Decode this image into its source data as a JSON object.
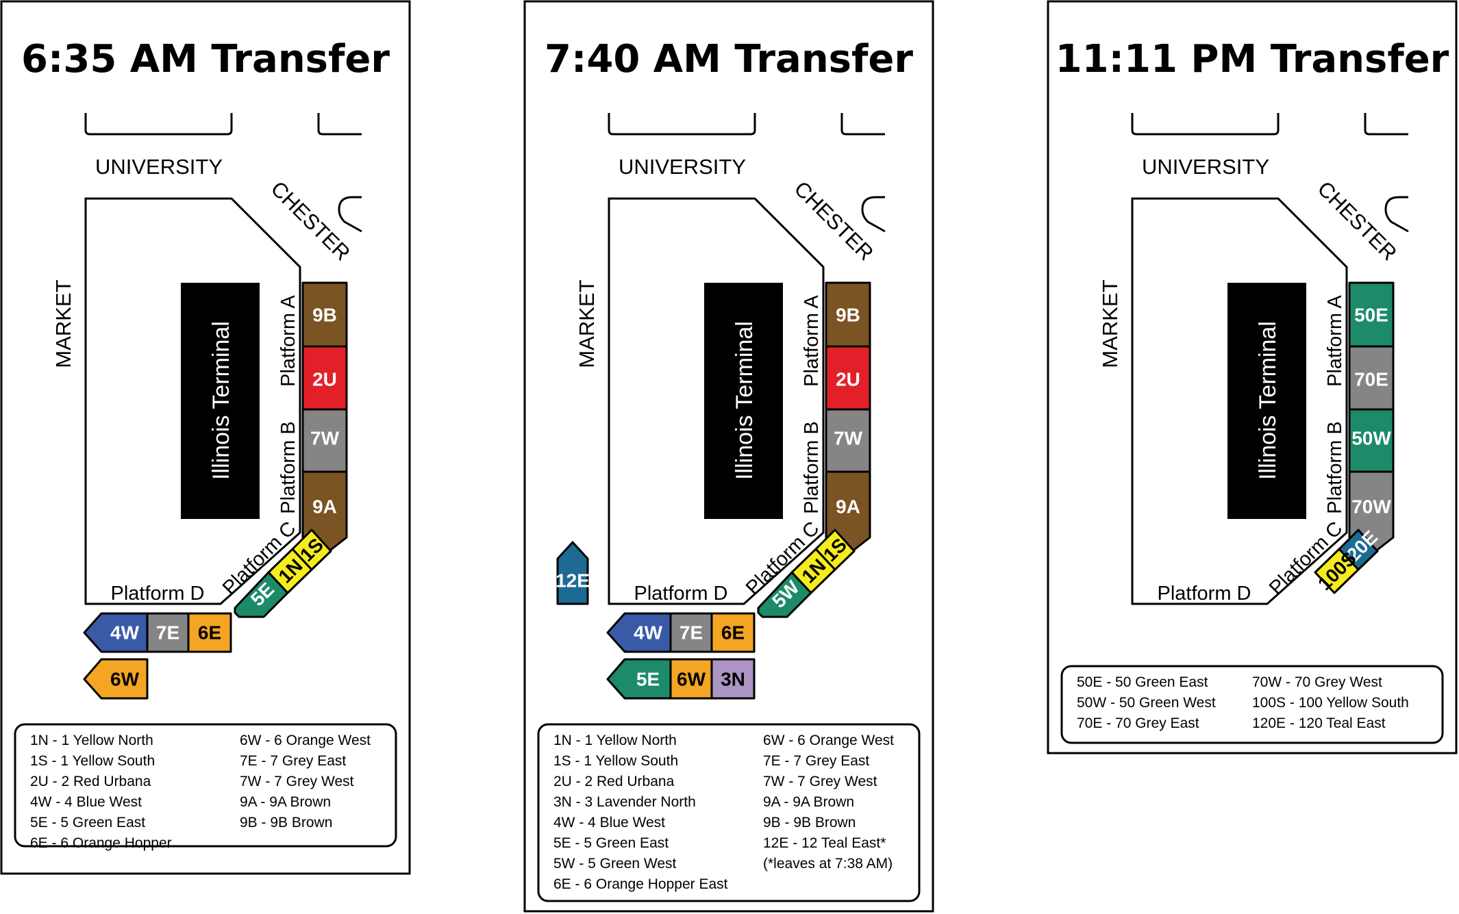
{
  "colors": {
    "brown": "#7b5424",
    "red": "#e3202a",
    "grey": "#858585",
    "blue": "#3a5aa8",
    "orange": "#f4a524",
    "yellow": "#f5ec1e",
    "green": "#1d8a6a",
    "lavender": "#ac94c5",
    "teal": "#1d6b92"
  },
  "common": {
    "street_university": "UNIVERSITY",
    "street_chester": "CHESTER",
    "street_market": "MARKET",
    "terminal": "Illinois Terminal",
    "platform_a": "Platform A",
    "platform_b": "Platform B",
    "platform_c": "Platform C",
    "platform_d": "Platform D"
  },
  "panels": [
    {
      "title": "6:35 AM Transfer",
      "bays": {
        "a1": {
          "label": "9B",
          "color": "brown"
        },
        "a2": {
          "label": "2U",
          "color": "red"
        },
        "b1": {
          "label": "7W",
          "color": "grey"
        },
        "b2": {
          "label": "9A",
          "color": "brown"
        },
        "c1": {
          "label": "1S",
          "color": "yellow"
        },
        "c2": {
          "label": "1N",
          "color": "yellow"
        },
        "c3": {
          "label": "5E",
          "color": "green"
        },
        "d1": {
          "label": "6E",
          "color": "orange"
        },
        "d2": {
          "label": "7E",
          "color": "grey"
        },
        "d3": {
          "label": "4W",
          "color": "blue"
        },
        "d4": {
          "label": "6W",
          "color": "orange"
        }
      },
      "legend": [
        [
          "1N - 1 Yellow North",
          "6W  - 6 Orange West"
        ],
        [
          "1S -  1 Yellow South",
          "7E -   7 Grey East"
        ],
        [
          "2U  -  2 Red Urbana",
          "7W  -  7 Grey West"
        ],
        [
          "4W  -  4 Blue West",
          "9A  -  9A Brown"
        ],
        [
          "5E  -  5 Green East",
          "9B  -  9B Brown"
        ],
        [
          "6E  -  6 Orange Hopper",
          ""
        ]
      ]
    },
    {
      "title": "7:40 AM Transfer",
      "bays": {
        "a1": {
          "label": "9B",
          "color": "brown"
        },
        "a2": {
          "label": "2U",
          "color": "red"
        },
        "b1": {
          "label": "7W",
          "color": "grey"
        },
        "b2": {
          "label": "9A",
          "color": "brown"
        },
        "c1": {
          "label": "1S",
          "color": "yellow"
        },
        "c2": {
          "label": "1N",
          "color": "yellow"
        },
        "c3": {
          "label": "5W",
          "color": "green"
        },
        "d1": {
          "label": "6E",
          "color": "orange"
        },
        "d2": {
          "label": "7E",
          "color": "grey"
        },
        "d3": {
          "label": "4W",
          "color": "blue"
        },
        "d5": {
          "label": "3N",
          "color": "lavender"
        },
        "d6": {
          "label": "6W",
          "color": "orange"
        },
        "d7": {
          "label": "5E",
          "color": "green"
        },
        "x1": {
          "label": "12E",
          "color": "teal"
        }
      },
      "legend": [
        [
          "1N - 1 Yellow North",
          "6W  -  6 Orange West"
        ],
        [
          "1S  -  1 Yellow South",
          "7E  -   7 Grey East"
        ],
        [
          "2U   -  2 Red Urbana",
          "7W  -  7 Grey West"
        ],
        [
          "3N - 3 Lavender North",
          "9A  -  9A Brown"
        ],
        [
          "4W  -  4 Blue West",
          "9B  -  9B Brown"
        ],
        [
          "5E  -  5 Green East",
          "12E - 12 Teal East*"
        ],
        [
          "5W - 5 Green West",
          "(*leaves at 7:38 AM)"
        ],
        [
          "6E  -  6 Orange Hopper East",
          ""
        ]
      ]
    },
    {
      "title": "11:11 PM Transfer",
      "bays": {
        "a1": {
          "label": "50E",
          "color": "green"
        },
        "a2": {
          "label": "70E",
          "color": "grey"
        },
        "b1": {
          "label": "50W",
          "color": "green"
        },
        "b2": {
          "label": "70W",
          "color": "grey"
        },
        "c1": {
          "label": "120E",
          "color": "teal"
        },
        "c2": {
          "label": "100S",
          "color": "yellow"
        }
      },
      "legend": [
        [
          "50E - 50 Green East",
          "70W - 70 Grey West"
        ],
        [
          "50W - 50 Green West",
          "100S - 100 Yellow South"
        ],
        [
          "70E - 70 Grey East",
          "120E - 120 Teal East"
        ]
      ]
    }
  ]
}
